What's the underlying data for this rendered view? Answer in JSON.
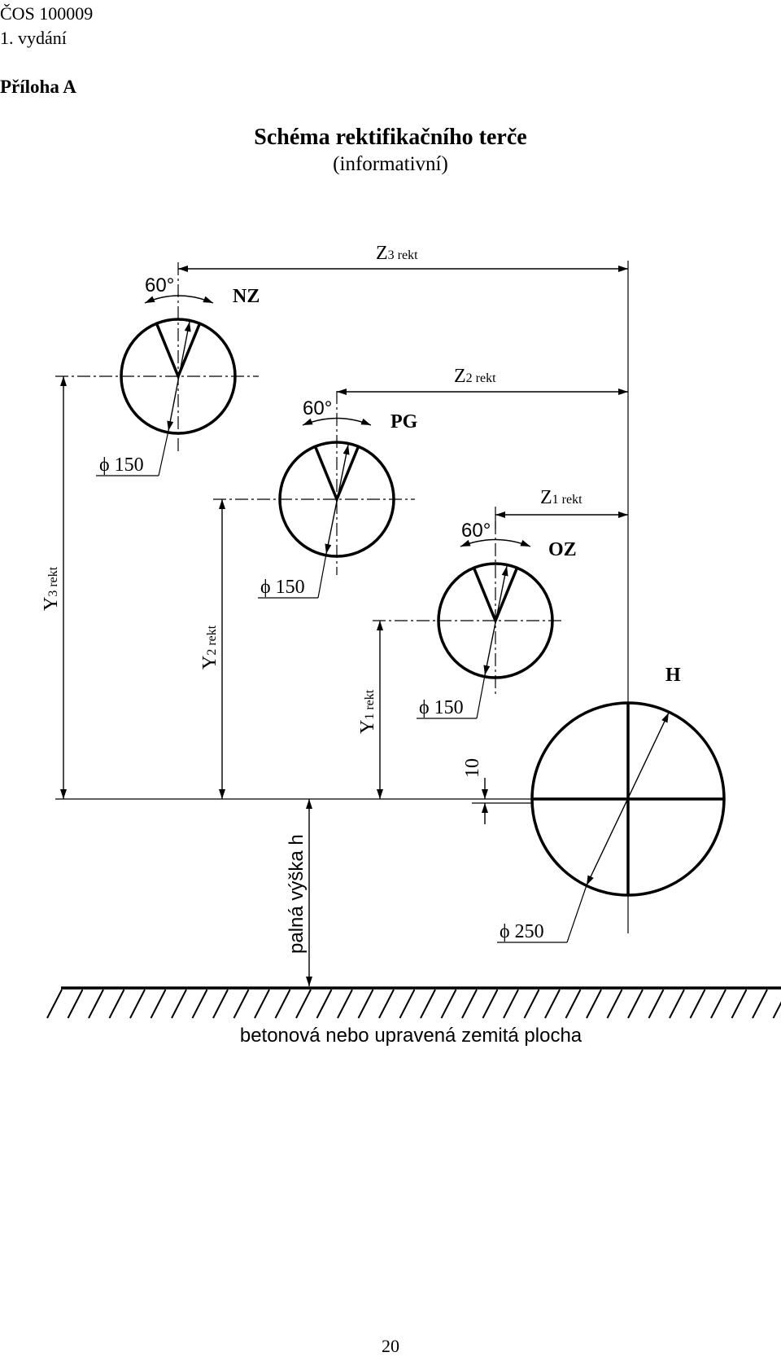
{
  "header": {
    "doc_id": "ČOS 100009",
    "edition": "1. vydání",
    "appendix": "Příloha A"
  },
  "title": "Schéma rektifikačního terče",
  "subtitle": "(informativní)",
  "diagram": {
    "angle_label": "60°",
    "diameter_small": "ϕ 150",
    "diameter_large": "ϕ 250",
    "targets": {
      "nz": "NZ",
      "pg": "PG",
      "oz": "OZ",
      "h": "H"
    },
    "dim_var": {
      "z": "Z",
      "y": "Y",
      "sub": "rekt"
    },
    "indices": {
      "i3": "3",
      "i2": "2",
      "i1": "1"
    },
    "offset_label": "10",
    "height_label": "palná výška h",
    "ground_label": "betonová nebo upravená zemitá plocha"
  },
  "footer": {
    "page_number": "20"
  }
}
